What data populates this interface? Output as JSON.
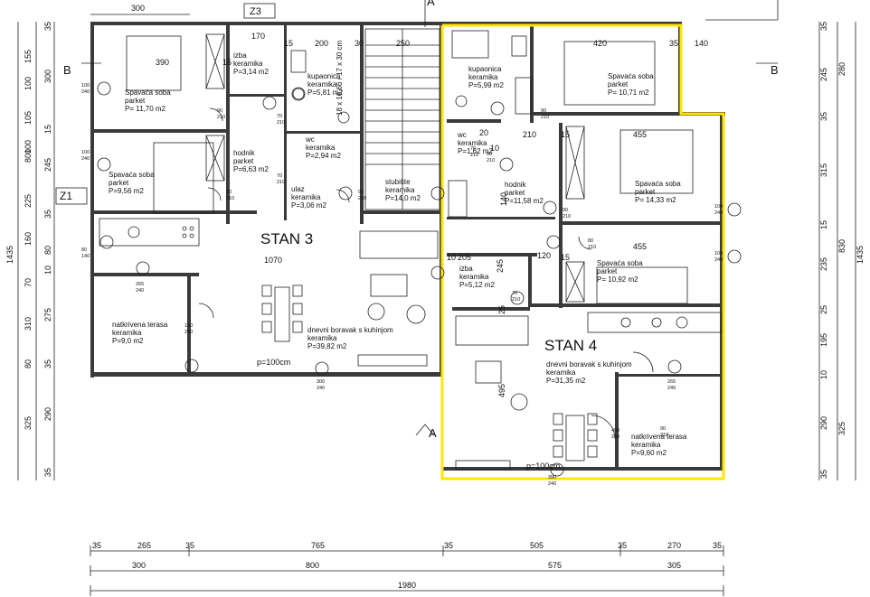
{
  "colors": {
    "highlight": "#ffe500",
    "wall": "#3a3a3a",
    "line": "#222222"
  },
  "units": {
    "stan3": "STAN 3",
    "stan4": "STAN 4"
  },
  "sections": {
    "b_left": "B",
    "b_right": "B",
    "a_bottom": "A"
  },
  "tags": {
    "z3": "Z3",
    "z1": "Z1"
  },
  "rooms": {
    "s3_bed1": [
      "Spavaća soba",
      "parket",
      "P= 11,70 m2"
    ],
    "s3_bed2": [
      "Spavaća soba",
      "parket",
      "P=9,56 m2"
    ],
    "s3_izba": [
      "izba",
      "keramika",
      "P=3,14 m2"
    ],
    "s3_bath": [
      "kupaonica",
      "keramika",
      "P=5,81 m2"
    ],
    "s3_wc": [
      "wc",
      "keramika",
      "P=2,94 m2"
    ],
    "s3_hall": [
      "hodnik",
      "parket",
      "P=6,63 m2"
    ],
    "s3_entry": [
      "ulaz",
      "keramika",
      "P=3,06 m2"
    ],
    "stair": [
      "stubište",
      "keramika",
      "P=14,0 m2"
    ],
    "s3_terrace": [
      "natkrivena terasa",
      "keramika",
      "P=9,0 m2"
    ],
    "s3_living": [
      "dnevni boravak s kuhinjom",
      "keramika",
      "P=39,82 m2"
    ],
    "s4_bath": [
      "kupaonica",
      "keramika",
      "P=5,99 m2"
    ],
    "s4_bed1": [
      "Spavaća soba",
      "parket",
      "P= 10,71 m2"
    ],
    "s4_wc": [
      "wc",
      "keramika",
      "P=1,62 m2"
    ],
    "s4_hall": [
      "hodnik",
      "parket",
      "P=11,58 m2"
    ],
    "s4_bed2": [
      "Spavaća soba",
      "parket",
      "P= 14,33 m2"
    ],
    "s4_izba": [
      "izba",
      "keramika",
      "P=5,12 m2"
    ],
    "s4_bed3": [
      "Spavaća soba",
      "parket",
      "P= 10,92 m2"
    ],
    "s4_living": [
      "dnevni boravak s kuhinjom",
      "keramika",
      "P=31,35 m2"
    ],
    "s4_terrace": [
      "natkrivena terasa",
      "keramika",
      "P=9,60 m2"
    ]
  },
  "stair_label": "18 x 16,66 / 17 x 30 cm",
  "top_dims": {
    "d300": "300",
    "d170": "170",
    "d15a": "15",
    "d200": "200",
    "d30": "30",
    "d250": "250",
    "d390": "390",
    "d15b": "15",
    "d420": "420",
    "d35": "35",
    "d140": "140"
  },
  "inner_dims": {
    "d210": "210",
    "d455a": "455",
    "d455b": "455",
    "d15c": "15",
    "d20": "20",
    "d10": "10",
    "d140v": "140",
    "d10b": "10",
    "d205": "205",
    "d245v": "245",
    "d120": "120",
    "d15d": "15",
    "d1070": "1070",
    "d495v": "495",
    "p100a": "p=100cm",
    "p100b": "p=100cm",
    "d25": "25"
  },
  "left_dims": {
    "outer": [
      "155",
      "100",
      "105",
      "100",
      "225",
      "160",
      "70",
      "310",
      "80",
      "325"
    ],
    "inner": [
      "35",
      "300",
      "15",
      "245",
      "35",
      "80",
      "10",
      "275",
      "35",
      "290",
      "35"
    ],
    "mid": [
      "800"
    ],
    "total": "1435"
  },
  "right_dims": {
    "inner": [
      "35",
      "245",
      "35",
      "315",
      "15",
      "235",
      "25",
      "195",
      "10",
      "290",
      "35"
    ],
    "outer": [
      "280",
      "830",
      "325"
    ],
    "total": "1435"
  },
  "bottom_dims": {
    "row1": [
      "35",
      "265",
      "35",
      "765",
      "35",
      "505",
      "35",
      "270",
      "35"
    ],
    "row2": [
      "300",
      "800",
      "575",
      "305"
    ],
    "total": "1980"
  },
  "window_tags": {
    "w1": [
      "100",
      "240"
    ],
    "w2": [
      "100",
      "240"
    ],
    "w3": [
      "80",
      "140"
    ],
    "w4": [
      "265",
      "240"
    ],
    "w5": [
      "160",
      "240"
    ],
    "w6": [
      "300",
      "240"
    ],
    "w7": [
      "390",
      "240"
    ],
    "w8": [
      "100",
      "240"
    ],
    "w9": [
      "100",
      "240"
    ],
    "w10": [
      "265",
      "240"
    ],
    "w11": [
      "400",
      "240"
    ],
    "d1": [
      "90",
      "210"
    ],
    "d2": [
      "70",
      "210"
    ],
    "d3": [
      "90",
      "210"
    ],
    "d4": [
      "90",
      "210"
    ],
    "d5": [
      "70",
      "210"
    ],
    "d6": [
      "90",
      "210"
    ],
    "d7": [
      "90",
      "210"
    ],
    "d8": [
      "70",
      "210"
    ],
    "d9": [
      "90",
      "210"
    ],
    "d10": [
      "70",
      "210"
    ],
    "d11": [
      "80",
      "210"
    ],
    "d12": [
      "90",
      "210"
    ]
  },
  "markers": [
    "1",
    "2",
    "3",
    "4",
    "5",
    "6",
    "7",
    "8",
    "9"
  ]
}
